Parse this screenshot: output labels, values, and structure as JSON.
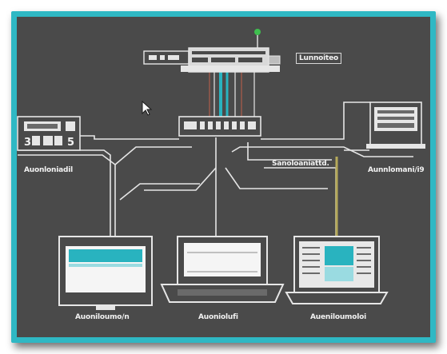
{
  "labels": {
    "top_right": "Lunnoiteo",
    "left_device": "Auonloniadil",
    "right_device": "Aunnlomani/i9",
    "center_branch": "Sanoloaniattd.",
    "bottom_left": "Auoniloumo/n",
    "bottom_center": "Auoniolufi",
    "bottom_right": "Aueniloumoloi"
  },
  "left_device_digits": {
    "left": "3",
    "right": "5"
  },
  "colors": {
    "frame": "#2fb8c4",
    "background": "#4a4a4a",
    "line": "#e6e6e6",
    "teal": "#29b3bf",
    "olive": "#b5a95a",
    "green_dot": "#3fbf4f"
  }
}
